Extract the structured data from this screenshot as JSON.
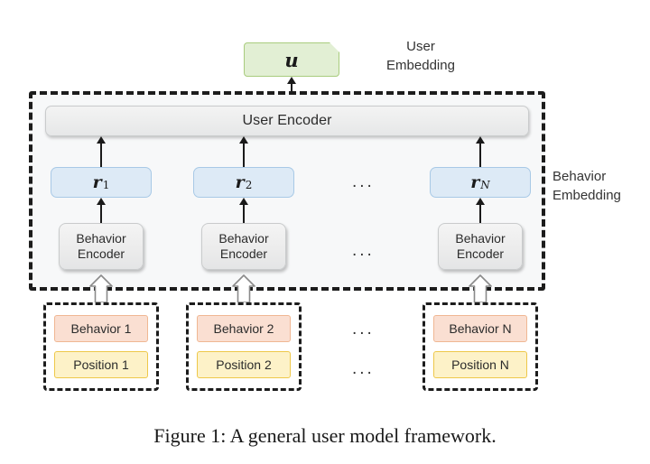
{
  "figure": {
    "caption": "Figure 1: A general user model framework.",
    "annotations": {
      "user_embedding": "User\nEmbedding",
      "user_embedding_line1": "User",
      "user_embedding_line2": "Embedding",
      "behavior_embedding_line1": "Behavior",
      "behavior_embedding_line2": "Embedding"
    },
    "user_embedding_symbol": "u",
    "user_encoder_label": "User Encoder",
    "ellipsis": "...",
    "columns": [
      {
        "index": 1,
        "embedding_symbol": "r",
        "embedding_subscript": "1",
        "encoder_line1": "Behavior",
        "encoder_line2": "Encoder",
        "behavior_label": "Behavior 1",
        "position_label": "Position 1"
      },
      {
        "index": 2,
        "embedding_symbol": "r",
        "embedding_subscript": "2",
        "encoder_line1": "Behavior",
        "encoder_line2": "Encoder",
        "behavior_label": "Behavior 2",
        "position_label": "Position 2"
      },
      {
        "index": 3,
        "embedding_symbol": "r",
        "embedding_subscript": "N",
        "encoder_line1": "Behavior",
        "encoder_line2": "Encoder",
        "behavior_label": "Behavior N",
        "position_label": "Position N"
      }
    ],
    "colors": {
      "user_embedding_fill": "#e2efd4",
      "user_embedding_border": "#a9cc7e",
      "behavior_embedding_fill": "#ddeaf6",
      "behavior_embedding_border": "#a8c9e6",
      "encoder_fill": "#ececec",
      "encoder_border": "#c9cbcc",
      "behavior_chip_fill": "#fadfd2",
      "behavior_chip_border": "#f0b793",
      "position_chip_fill": "#fdf2c8",
      "position_chip_border": "#eec84a",
      "frame_stroke": "#1c1c1c",
      "frame_fill": "#f7f8f9"
    }
  }
}
